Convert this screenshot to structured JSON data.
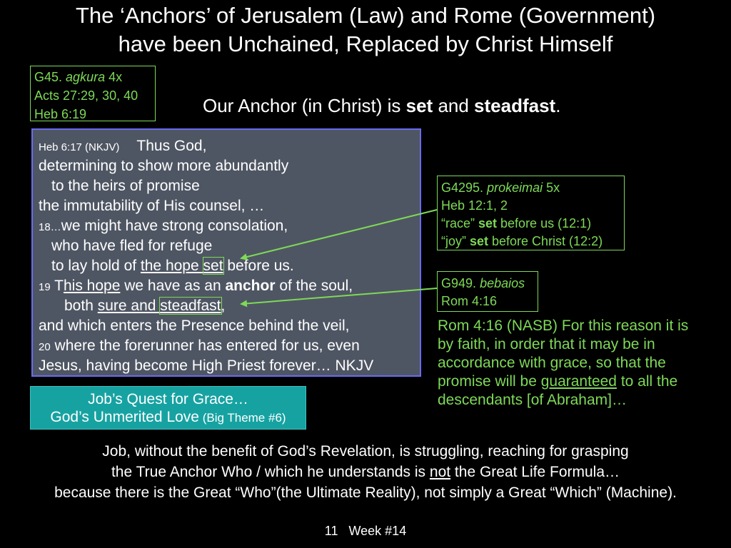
{
  "title": {
    "line1": "The ‘Anchors’ of Jerusalem (Law) and Rome (Government)",
    "line2": "have been Unchained, Replaced by Christ Himself"
  },
  "greek_box": {
    "code": "G45.",
    "word": "agkura",
    "count": "4x",
    "ref1": "Acts 27:29, 30, 40",
    "ref2": "Heb 6:19"
  },
  "anchor_line": {
    "pre": "Our Anchor (in Christ) is ",
    "set": "set",
    "mid": " and ",
    "steadfast": "steadfast",
    "end": "."
  },
  "passage": {
    "ref": "Heb 6:17 (NKJV)",
    "l1": "Thus God,",
    "l2": "determining to show more abundantly",
    "l3": "to the heirs of promise",
    "l4": "the immutability of His counsel, …",
    "l5_num": "18…",
    "l5": "we might have strong consolation,",
    "l6": "who have fled for refuge",
    "l7_pre": "to lay hold of ",
    "l7_u": "the hope ",
    "l7_set": "set",
    "l7_post": " before us.",
    "l8_num": "19",
    "l8_a": " T",
    "l8_u": "his hope",
    "l8_mid": " we have as an ",
    "l8_anchor": "anchor",
    "l8_post": " of the soul,",
    "l9_pre": "both ",
    "l9_u": "sure and ",
    "l9_box": "steadfast",
    "l9_post": ",",
    "l10": "and which enters the Presence behind the veil,",
    "l11_num": "20",
    "l11": " where the forerunner has entered for us, even",
    "l12": "Jesus, having become High Priest forever… NKJV"
  },
  "g4295_box": {
    "code": "G4295.",
    "word": "prokeimai",
    "count": "5x",
    "ref": "Heb 12:1, 2",
    "race_pre": "“race” ",
    "race_set": "set",
    "race_post": " before us (12:1)",
    "joy_pre": "“joy” ",
    "joy_set": "set",
    "joy_post": " before Christ (12:2)"
  },
  "g949_box": {
    "code": "G949.",
    "word": "bebaios",
    "ref": "Rom 4:16"
  },
  "rom_quote": {
    "l1": "Rom 4:16 (NASB) For this reason it is",
    "l2": "by faith, in order that it may be in",
    "l3": "accordance with grace, so that the",
    "l4_pre": "promise will be ",
    "l4_u": "guaranteed",
    "l4_post": " to all the",
    "l5": "descendants [of Abraham]…"
  },
  "quest_box": {
    "l1": "Job’s Quest for Grace…",
    "l2": "God’s Unmerited Love",
    "l2_small": " (Big Theme #6)"
  },
  "job_text": {
    "l1": "Job, without the benefit of God’s Revelation, is struggling, reaching for grasping",
    "l2_pre": "the True Anchor Who / which he understands is ",
    "l2_u": "not",
    "l2_post": " the Great Life Formula…",
    "l3": "because there is the Great “Who”(the Ultimate Reality), not simply a Great “Which” (Machine)."
  },
  "footer": {
    "page": "11",
    "week": "Week #14"
  },
  "colors": {
    "background": "#000000",
    "green": "#7ed957",
    "passage_bg": "#4f5663",
    "passage_border": "#6a6cf0",
    "teal": "#17a2a2"
  }
}
